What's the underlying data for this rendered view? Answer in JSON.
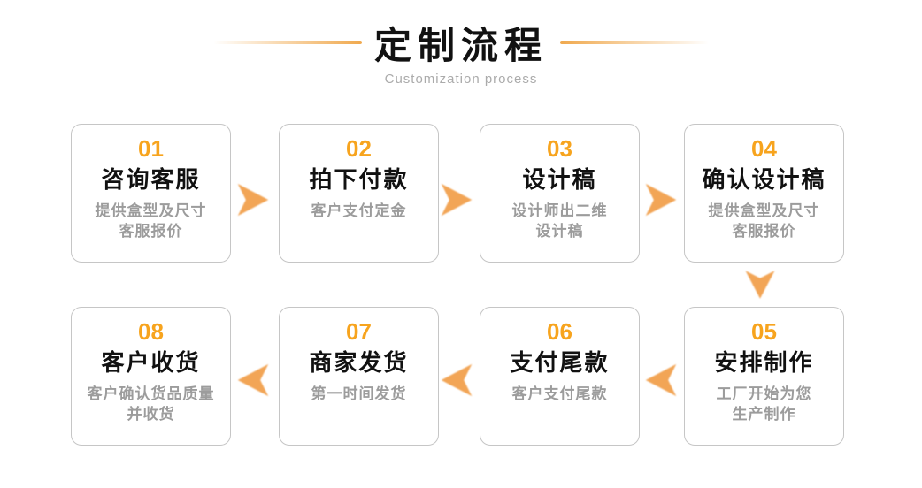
{
  "header": {
    "title": "定制流程",
    "subtitle": "Customization process"
  },
  "colors": {
    "accent": "#F7A41E",
    "arrow": "#F2A556",
    "line": "#F0A94E",
    "border": "#C6C6C6",
    "desc": "#9C9C9C",
    "subtitle": "#ABABAB"
  },
  "steps": [
    {
      "number": "01",
      "title": "咨询客服",
      "desc": "提供盒型及尺寸\n客服报价"
    },
    {
      "number": "02",
      "title": "拍下付款",
      "desc": "客户支付定金"
    },
    {
      "number": "03",
      "title": "设计稿",
      "desc": "设计师出二维\n设计稿"
    },
    {
      "number": "04",
      "title": "确认设计稿",
      "desc": "提供盒型及尺寸\n客服报价"
    },
    {
      "number": "05",
      "title": "安排制作",
      "desc": "工厂开始为您\n生产制作"
    },
    {
      "number": "06",
      "title": "支付尾款",
      "desc": "客户支付尾款"
    },
    {
      "number": "07",
      "title": "商家发货",
      "desc": "第一时间发货"
    },
    {
      "number": "08",
      "title": "客户收货",
      "desc": "客户确认货品质量\n并收货"
    }
  ],
  "flow": {
    "top_row_direction": "right",
    "bottom_row_direction": "left",
    "connector": "down"
  }
}
